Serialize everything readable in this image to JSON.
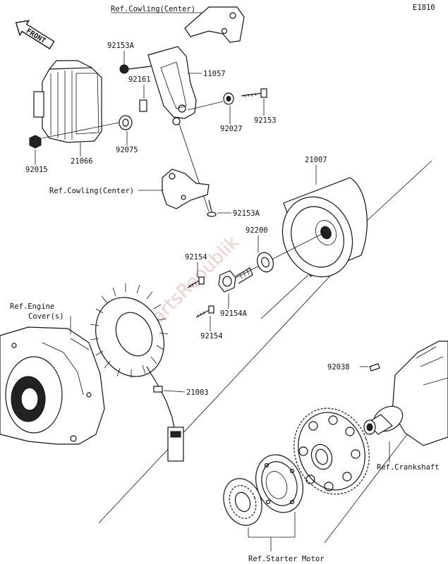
{
  "diagram_code": "E1810",
  "front_label": "FRONT",
  "watermark": "PartsRepublik",
  "labels": {
    "ref_cowling_top": "Ref.Cowling(Center)",
    "ref_cowling_mid": "Ref.Cowling(Center)",
    "ref_engine_cover_line1": "Ref.Engine",
    "ref_engine_cover_line2": "Cover(s)",
    "ref_crankshaft": "Ref.Crankshaft",
    "ref_starter_motor": "Ref.Starter Motor"
  },
  "part_numbers": {
    "p92153A_top": "92153A",
    "p92161": "92161",
    "p11057": "11057",
    "p92027": "92027",
    "p92153": "92153",
    "p92075": "92075",
    "p92015": "92015",
    "p21066": "21066",
    "p21007": "21007",
    "p92153A_mid": "92153A",
    "p92200": "92200",
    "p92154_top": "92154",
    "p92154A": "92154A",
    "p92154_bottom": "92154",
    "p21003": "21003",
    "p92038": "92038"
  }
}
